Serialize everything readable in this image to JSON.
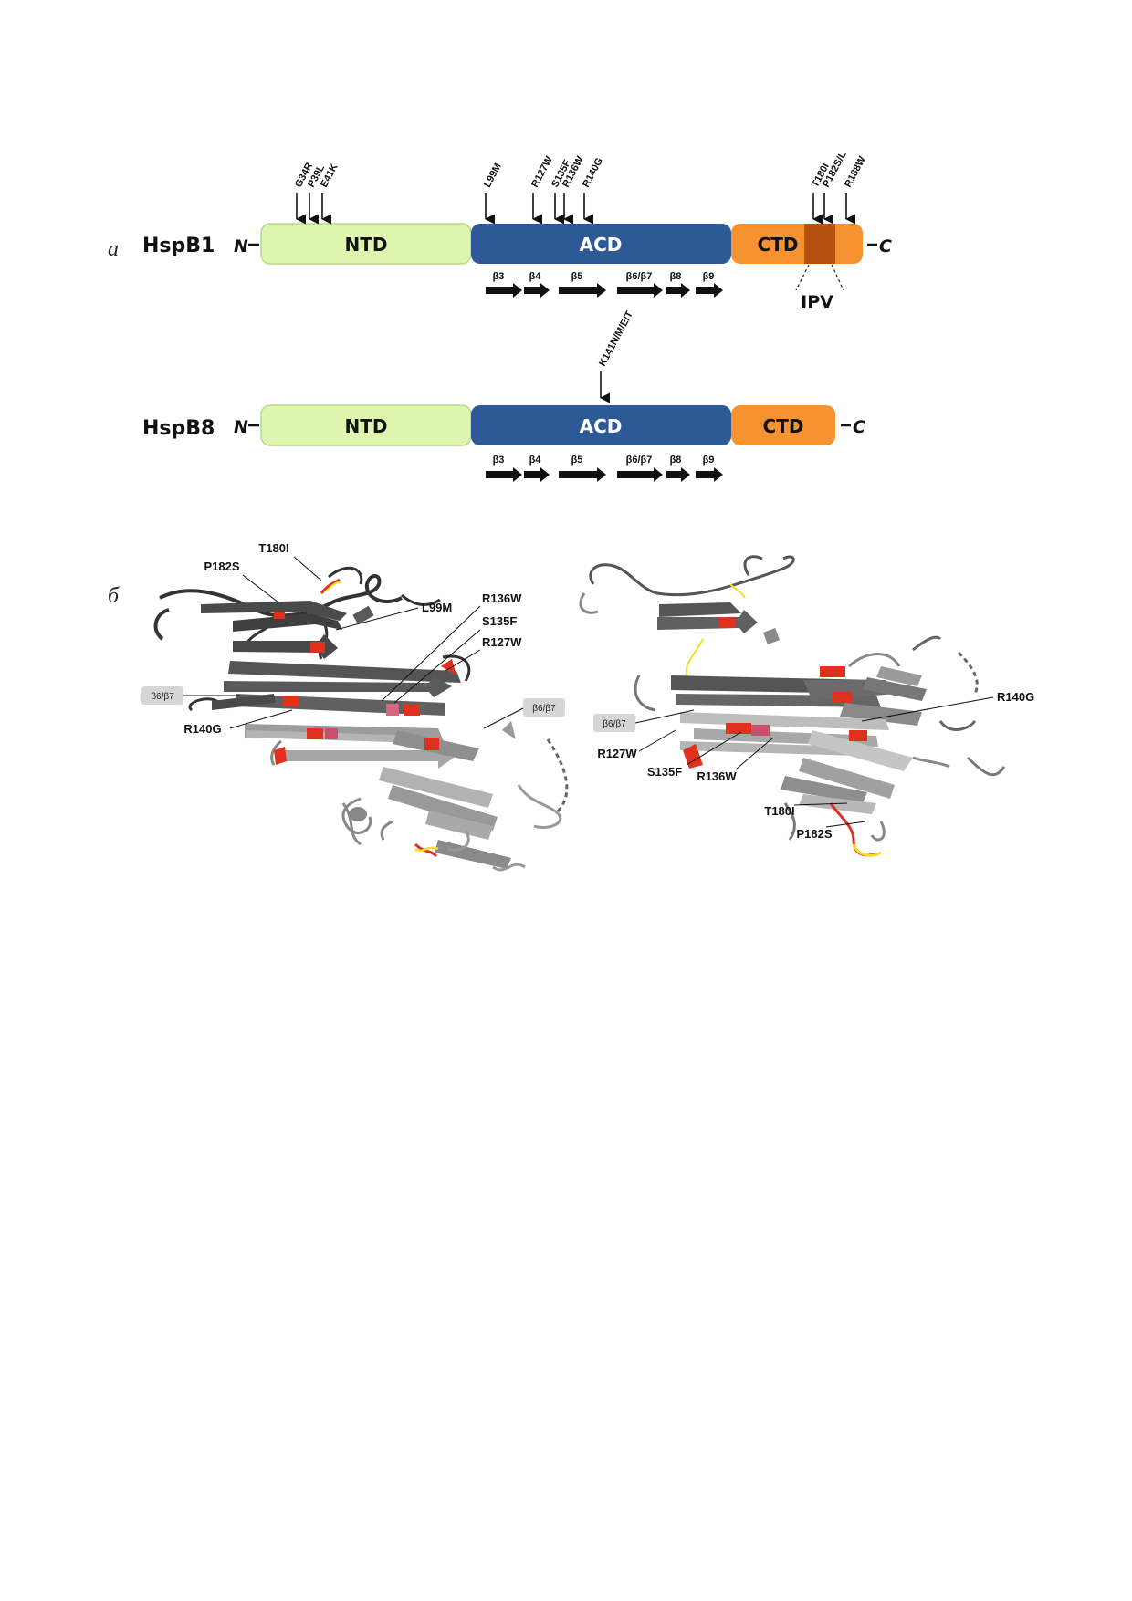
{
  "panels": {
    "a": "а",
    "b": "б"
  },
  "proteins": [
    {
      "name": "HspB1",
      "n_term": "N",
      "c_term": "C",
      "domains": {
        "ntd": "NTD",
        "acd": "ACD",
        "ctd": "CTD"
      },
      "ipv": "IPV",
      "mutations": [
        "G34R",
        "P39L",
        "E41K",
        "L99M",
        "R127W",
        "S135F",
        "R136W",
        "R140G",
        "T180I",
        "P182S/L",
        "R188W"
      ],
      "strands": [
        "β3",
        "β4",
        "β5",
        "β6/β7",
        "β8",
        "β9"
      ]
    },
    {
      "name": "HspB8",
      "n_term": "N",
      "c_term": "C",
      "domains": {
        "ntd": "NTD",
        "acd": "ACD",
        "ctd": "CTD"
      },
      "mutations": [
        "K141N/M/E/T"
      ],
      "strands": [
        "β3",
        "β4",
        "β5",
        "β6/β7",
        "β8",
        "β9"
      ]
    }
  ],
  "colors": {
    "ntd": "#def5b0",
    "acd": "#2d5a96",
    "ctd": "#f6922f",
    "ipv": "#b5500f",
    "mutation_site": "#e0301e",
    "ipv_motif": "#f2e02a"
  },
  "structure_left": {
    "tag": "β6/β7",
    "tag_right": "β6/β7",
    "labels": [
      "T180I",
      "P182S",
      "L99M",
      "R136W",
      "S135F",
      "R127W",
      "R140G"
    ]
  },
  "structure_right": {
    "tag": "β6/β7",
    "labels": [
      "R140G",
      "R127W",
      "S135F",
      "R136W",
      "T180I",
      "P182S"
    ]
  }
}
